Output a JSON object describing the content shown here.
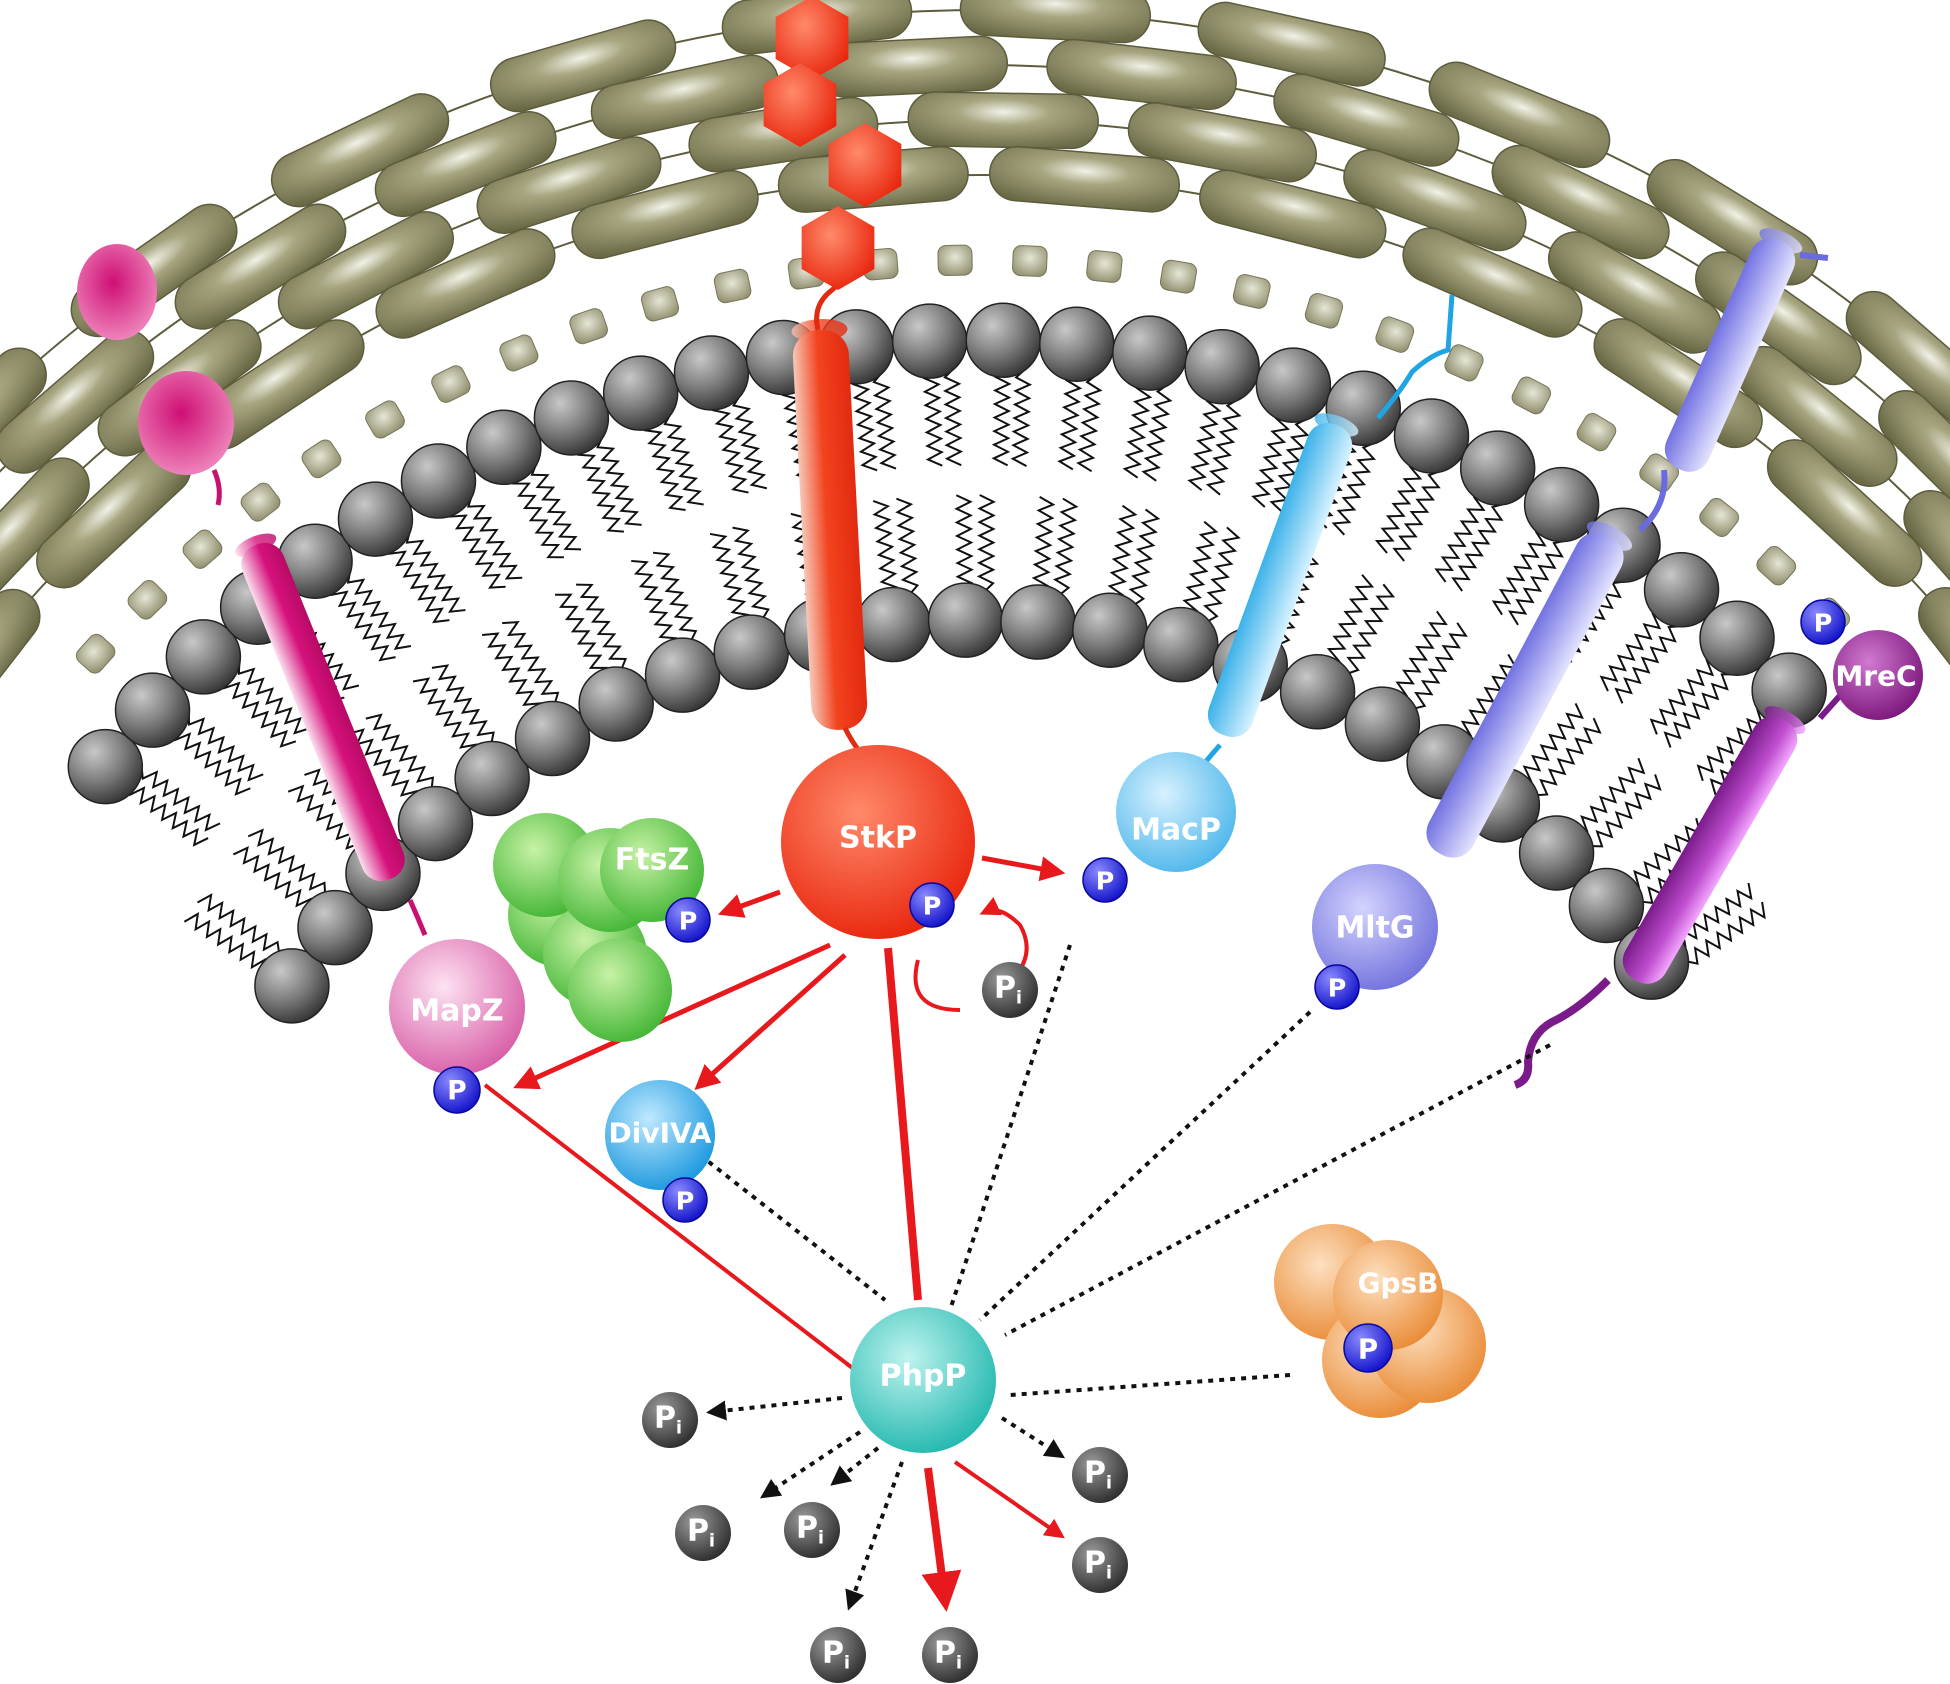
{
  "diagram": {
    "proteins": {
      "stkp": "StkP",
      "ftsz": "FtsZ",
      "macp": "MacP",
      "mapz": "MapZ",
      "divlva": "DivIVA",
      "mltg": "MltG",
      "mrec": "MreC",
      "gpsb": "GpsB",
      "phpp": "PhpP"
    },
    "phospho_label": "P",
    "pi_label": {
      "main": "P",
      "sub": "i"
    },
    "colors": {
      "peptidoglycan": "#7e7d58",
      "lipid_head": "#5a5a5a",
      "kinase_arrow": "#e8191d",
      "phosphatase_line": "#111111",
      "stkp": "#f03a1e",
      "ftsz": "#4fc23b",
      "macp": "#5cc0ee",
      "mapz": "#e07ab7",
      "divlva": "#1ea0e6",
      "mltg": "#8080e6",
      "mrec": "#8a1f8a",
      "gpsb": "#ee9540",
      "phpp": "#2fc4bc",
      "phosphate": "#2222dd",
      "pi": "#3a3a3a"
    }
  }
}
